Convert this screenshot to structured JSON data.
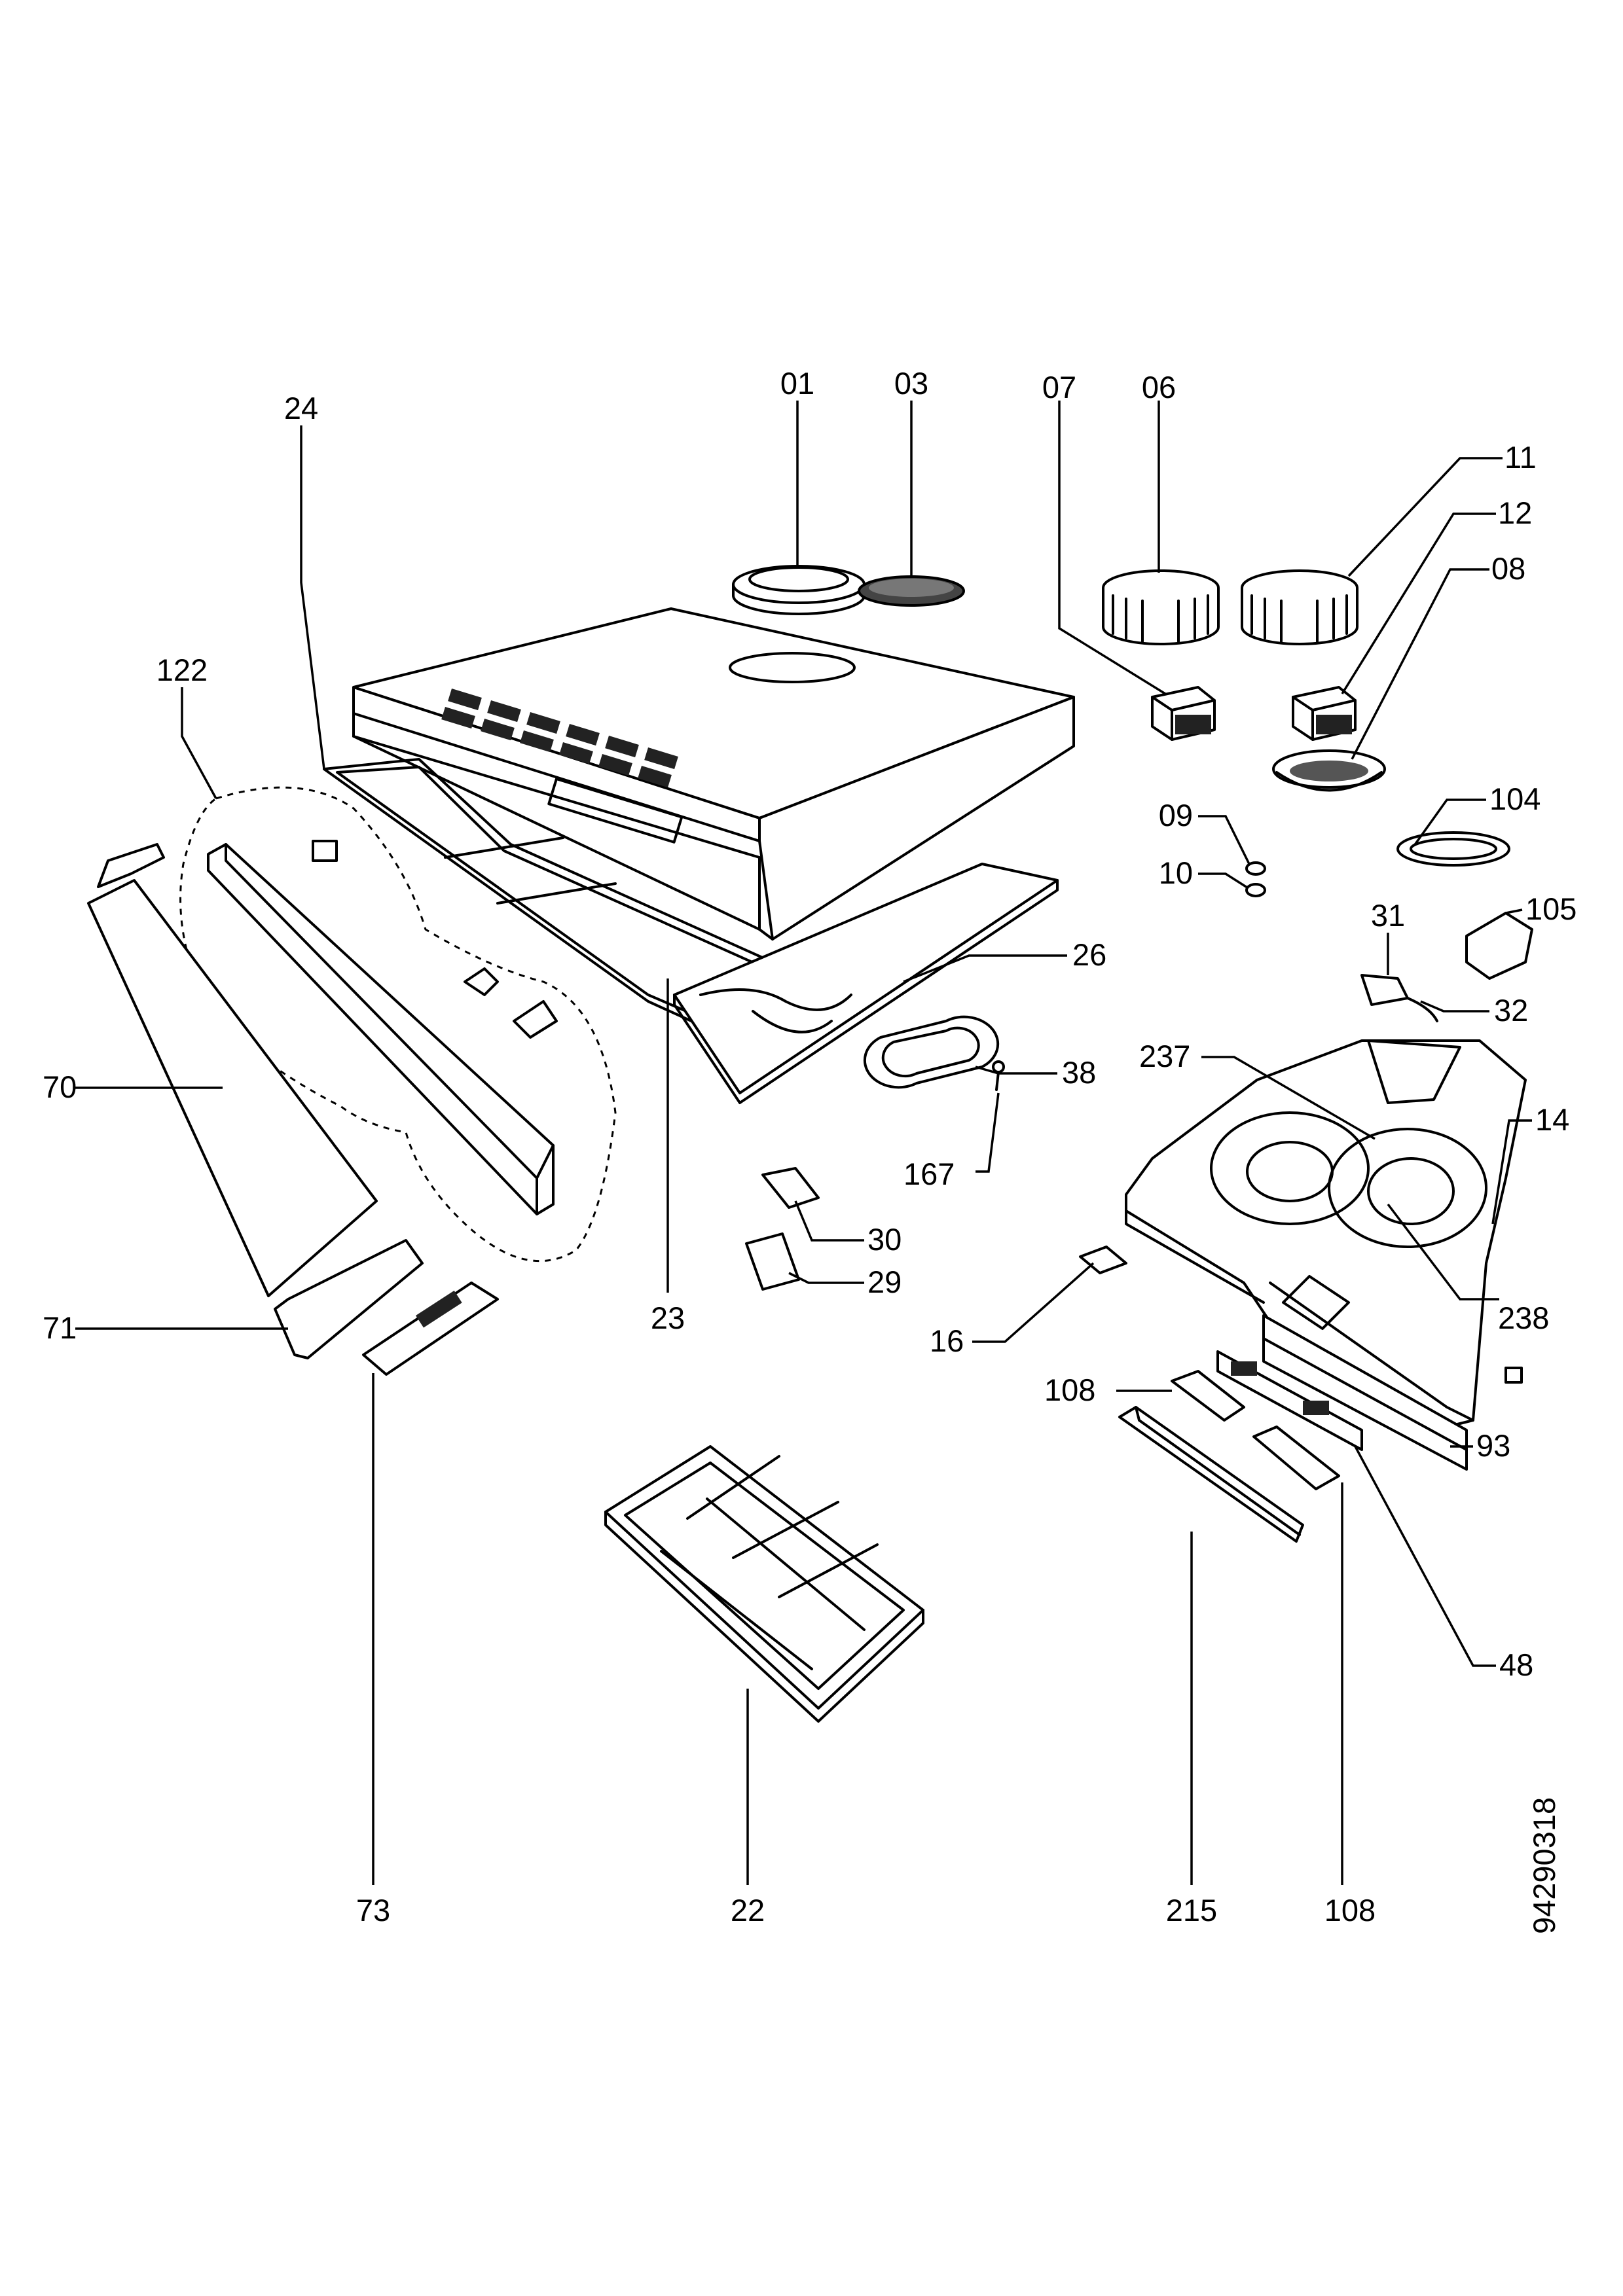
{
  "document_code": "94290318",
  "labels": {
    "p01": "01",
    "p03": "03",
    "p07": "07",
    "p06": "06",
    "p11": "11",
    "p12": "12",
    "p08": "08",
    "p24": "24",
    "p122": "122",
    "p09": "09",
    "p10": "10",
    "p104": "104",
    "p31": "31",
    "p105": "105",
    "p26": "26",
    "p32": "32",
    "p38": "38",
    "p237": "237",
    "p70": "70",
    "p14": "14",
    "p167": "167",
    "p30": "30",
    "p29": "29",
    "p71": "71",
    "p23": "23",
    "p16": "16",
    "p238": "238",
    "p108a": "108",
    "p93": "93",
    "p48": "48",
    "p73": "73",
    "p22": "22",
    "p215": "215",
    "p108b": "108"
  }
}
